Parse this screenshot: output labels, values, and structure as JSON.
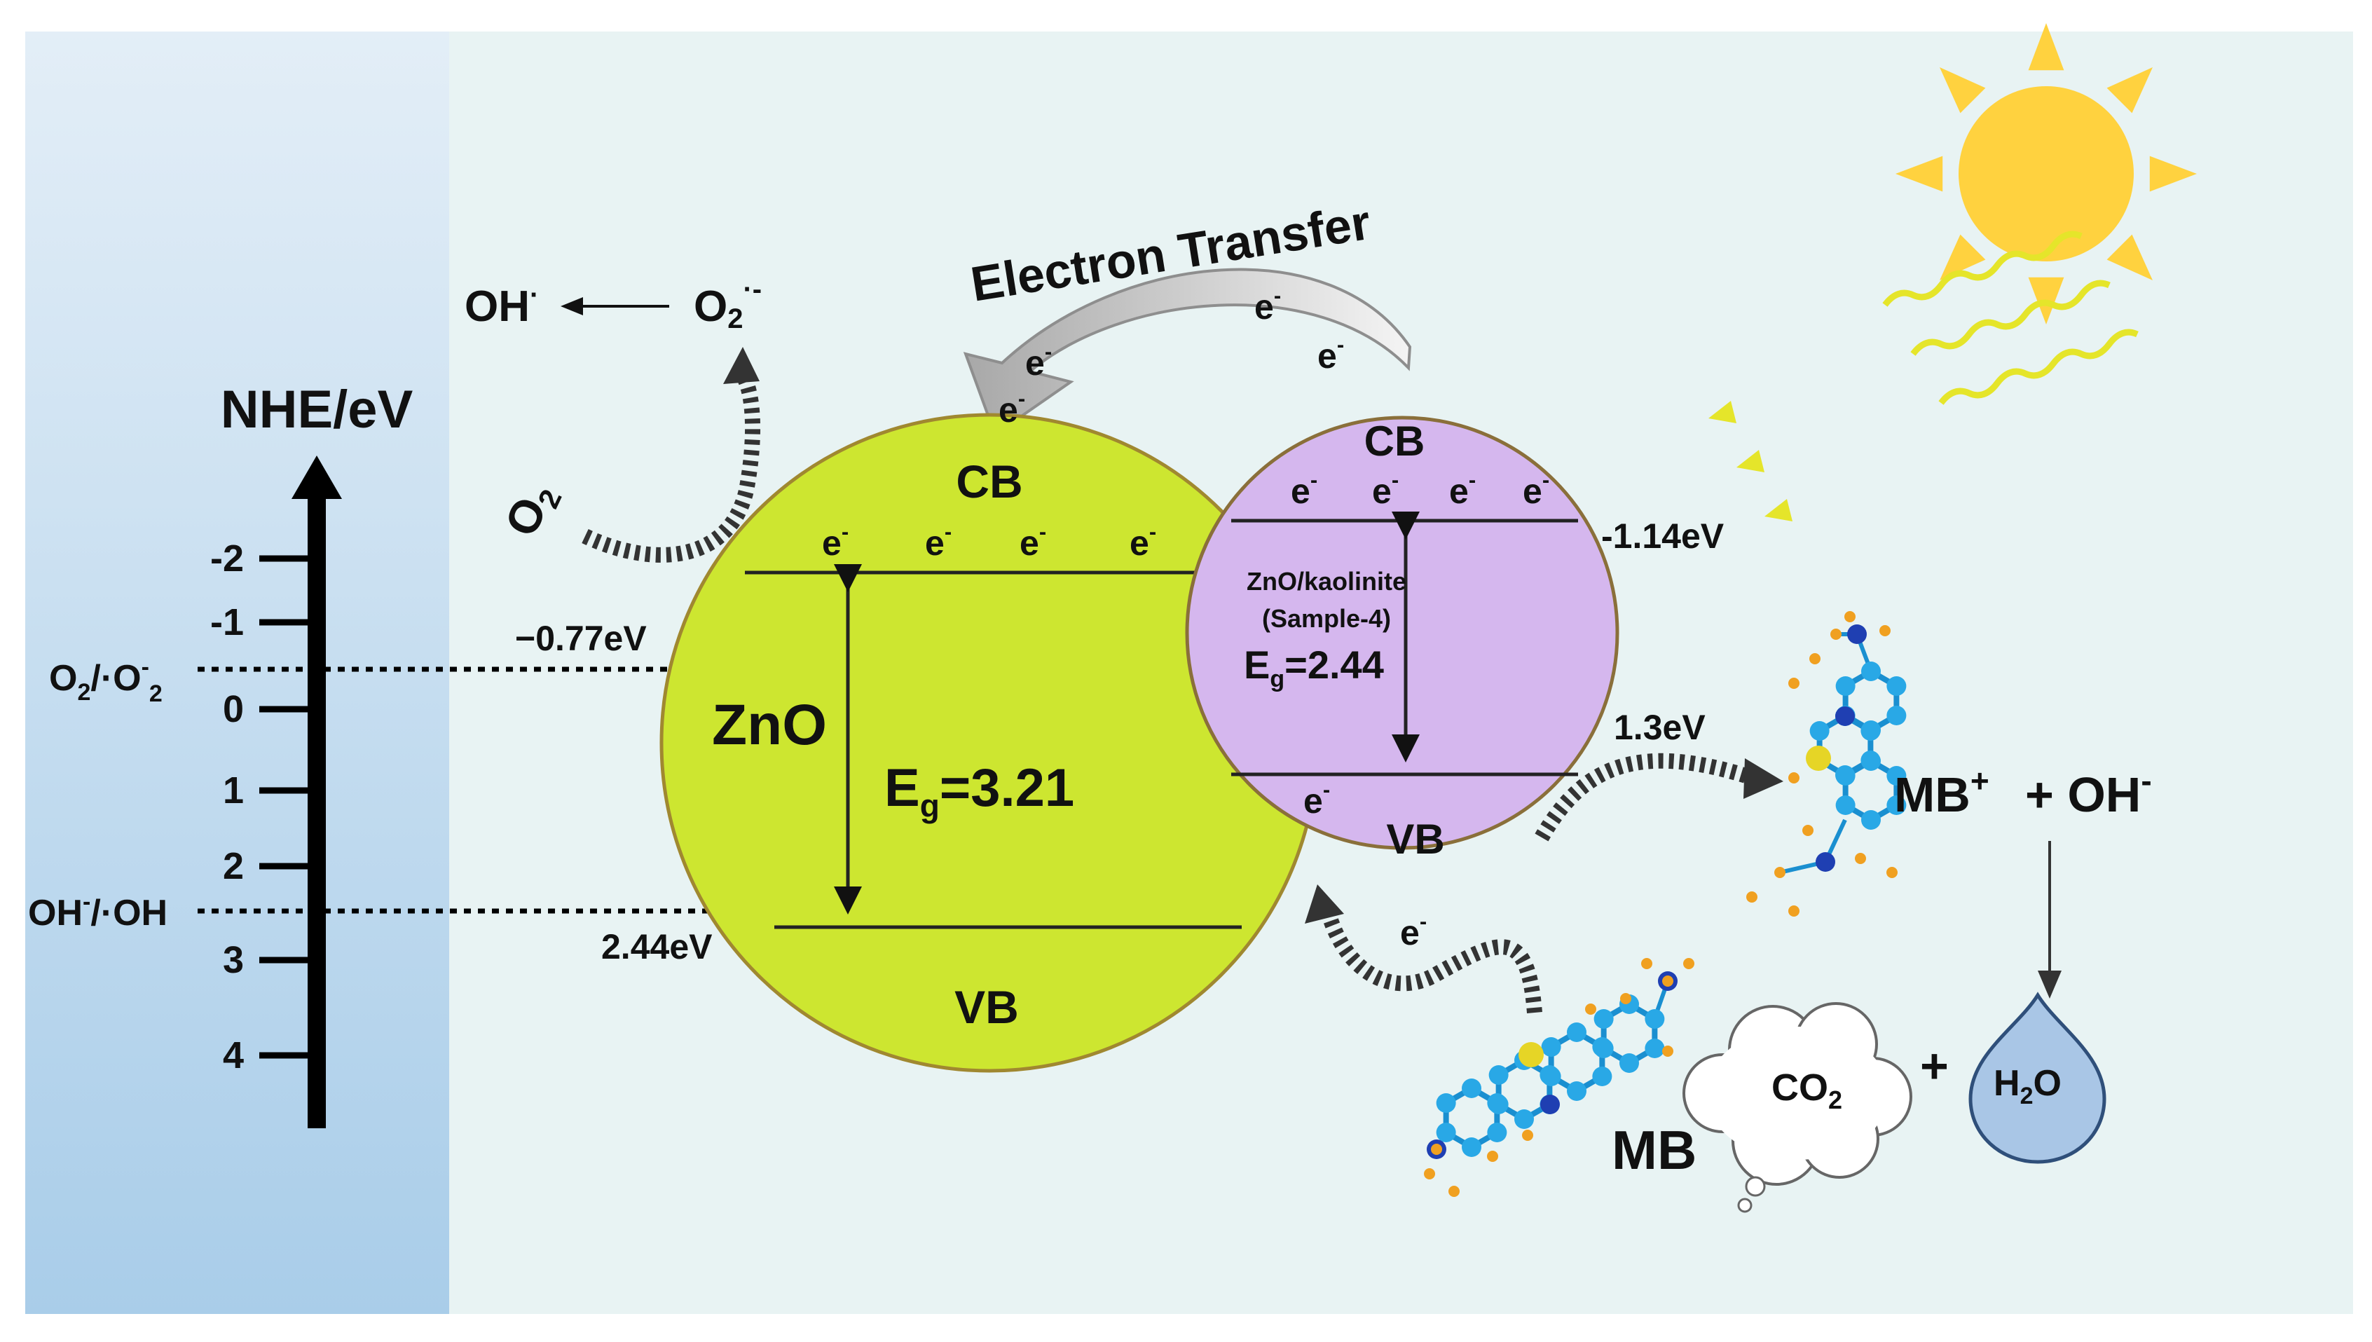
{
  "colors": {
    "axis_panel_top": "#e3eef7",
    "axis_panel_bottom": "#a9cde9",
    "background": "#e8f3f3",
    "zno_fill": "#cde630",
    "zno_stroke": "#a08830",
    "composite_fill": "#d5b7ee",
    "composite_stroke": "#8a6f3a",
    "sun": "#ffd23f",
    "light_rays": "#e5e52a",
    "arrow_gray": "#b8b8b8",
    "molecule_carbon": "#29a8e6",
    "molecule_nitrogen": "#1f3fb2",
    "molecule_sulfur": "#e6d526",
    "molecule_hydrogen": "#f0a020",
    "water_drop": "#a9c6e6"
  },
  "axis": {
    "title": "NHE/eV",
    "ticks": [
      "-2",
      "-1",
      "0",
      "1",
      "2",
      "3",
      "4"
    ],
    "ref_o2": {
      "main": "O",
      "sub1": "2",
      "mid": "/·O",
      "sup": "-",
      "sub2": "2"
    },
    "ref_oh": {
      "main": "OH",
      "sup": "-",
      "rest": "/·OH"
    }
  },
  "levels": {
    "zno_cb": "−0.77eV",
    "zno_vb": "2.44eV",
    "composite_cb": "-1.14eV",
    "composite_vb": "1.3eV"
  },
  "zno": {
    "label": "ZnO",
    "cb": "CB",
    "vb": "VB",
    "eg_prefix": "E",
    "eg_sub": "g",
    "eg_value": "=3.21"
  },
  "composite": {
    "line1": "ZnO/kaolinite",
    "line2": "(Sample-4)",
    "cb": "CB",
    "vb": "VB",
    "eg_prefix": "E",
    "eg_sub": "g",
    "eg_value": "=2.44"
  },
  "electron": {
    "base": "e",
    "sup": "-"
  },
  "transfer_label": "Electron Transfer",
  "species": {
    "oh_radical": {
      "base": "OH",
      "sup": "·"
    },
    "superoxide": {
      "base": "O",
      "sub": "2",
      "sup": "·-"
    },
    "oxygen": {
      "base": "O",
      "sub": "2"
    },
    "mb_plus": {
      "base": "MB",
      "sup": "+"
    },
    "plus_oh": {
      "base": "+ OH",
      "sup": "-"
    },
    "mb": "MB",
    "co2": {
      "base": "CO",
      "sub": "2"
    },
    "plus": "+",
    "h2o": {
      "h": "H",
      "sub": "2",
      "o": "O"
    }
  }
}
